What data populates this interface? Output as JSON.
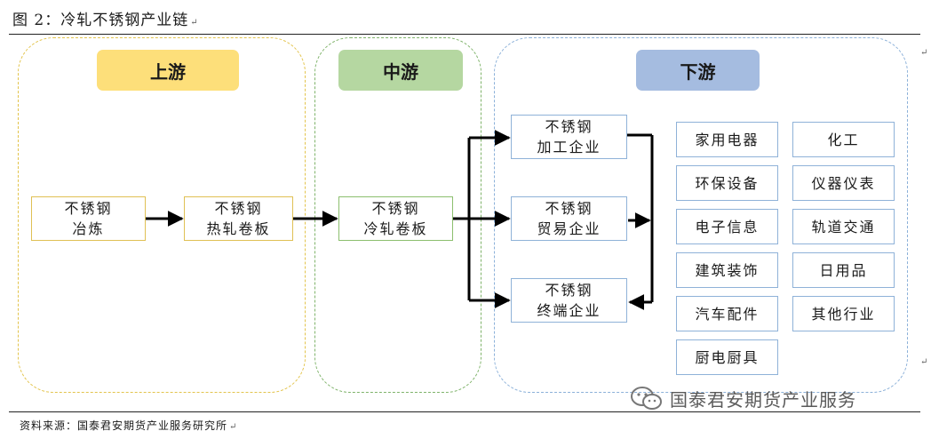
{
  "title": "图 2：冷轧不锈钢产业链",
  "paragraph_mark": "↵",
  "source": "资料来源：国泰君安期货产业服务研究所",
  "sections": {
    "upstream": "上游",
    "midstream": "中游",
    "downstream": "下游"
  },
  "nodes": {
    "smelting": [
      "不锈钢",
      "冶炼"
    ],
    "hot_rolled": [
      "不锈钢",
      "热轧卷板"
    ],
    "cold_rolled": [
      "不锈钢",
      "冷轧卷板"
    ],
    "processing": [
      "不锈钢",
      "加工企业"
    ],
    "trading": [
      "不锈钢",
      "贸易企业"
    ],
    "terminal": [
      "不锈钢",
      "终端企业"
    ]
  },
  "industries": [
    "家用电器",
    "化工",
    "环保设备",
    "仪器仪表",
    "电子信息",
    "轨道交通",
    "建筑装饰",
    "日用品",
    "汽车配件",
    "其他行业",
    "厨电厨具"
  ],
  "watermark": "国泰君安期货产业服务",
  "colors": {
    "upstream": "#e3c44c",
    "midstream": "#7fb36a",
    "downstream": "#8cb1d9",
    "arrow": "#000000"
  },
  "icons": {
    "watermark_logo": "wechat-icon"
  }
}
